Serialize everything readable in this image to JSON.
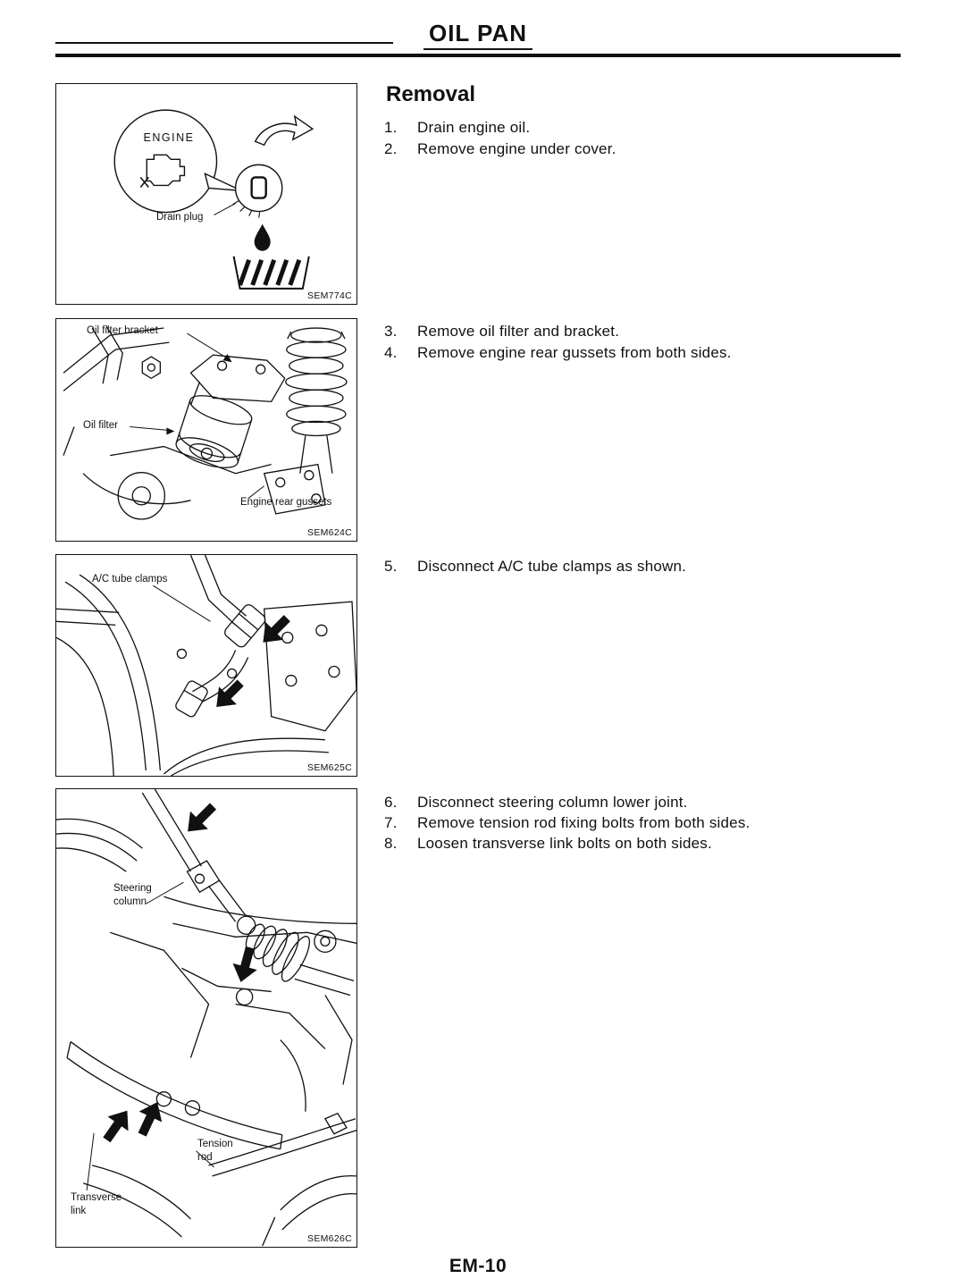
{
  "page": {
    "title": "OIL PAN",
    "page_number": "EM-10"
  },
  "removal": {
    "heading": "Removal",
    "steps": [
      {
        "num": "1.",
        "text": "Drain engine oil."
      },
      {
        "num": "2.",
        "text": "Remove engine under cover."
      },
      {
        "num": "3.",
        "text": "Remove oil filter and bracket."
      },
      {
        "num": "4.",
        "text": "Remove engine rear gussets from both sides."
      },
      {
        "num": "5.",
        "text": "Disconnect A/C tube clamps as shown."
      },
      {
        "num": "6.",
        "text": "Disconnect steering column lower joint."
      },
      {
        "num": "7.",
        "text": "Remove tension rod fixing bolts from both sides."
      },
      {
        "num": "8.",
        "text": "Loosen transverse link bolts on both sides."
      }
    ]
  },
  "figures": [
    {
      "code": "SEM774C",
      "labels": {
        "engine": "ENGINE",
        "drain_plug": "Drain plug"
      }
    },
    {
      "code": "SEM624C",
      "labels": {
        "oil_filter_bracket": "Oil filter bracket",
        "oil_filter": "Oil filter",
        "engine_rear_gussets": "Engine rear gussets"
      }
    },
    {
      "code": "SEM625C",
      "labels": {
        "ac_tube_clamps": "A/C tube clamps"
      }
    },
    {
      "code": "SEM626C",
      "labels": {
        "steering_column": "Steering column",
        "tension_rod": "Tension rod",
        "transverse_link": "Transverse link"
      }
    }
  ]
}
